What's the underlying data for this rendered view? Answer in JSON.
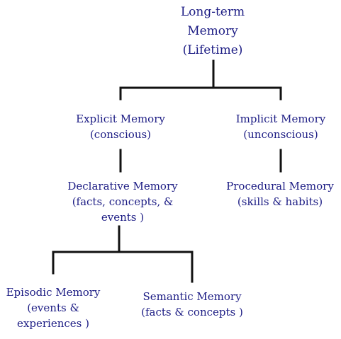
{
  "diagram": {
    "root": {
      "lines": [
        "Long-term",
        "Memory",
        "(Lifetime)"
      ]
    },
    "explicit": {
      "lines": [
        "Explicit Memory",
        "(conscious)"
      ]
    },
    "implicit": {
      "lines": [
        "Implicit Memory",
        "(unconscious)"
      ]
    },
    "declarative": {
      "lines": [
        "Declarative Memory",
        "(facts, concepts, &",
        "events )"
      ]
    },
    "procedural": {
      "lines": [
        "Procedural Memory",
        "(skills & habits)"
      ]
    },
    "episodic": {
      "lines": [
        "Episodic Memory",
        "(events &",
        "experiences )"
      ]
    },
    "semantic": {
      "lines": [
        "Semantic Memory",
        "(facts & concepts )"
      ]
    }
  }
}
